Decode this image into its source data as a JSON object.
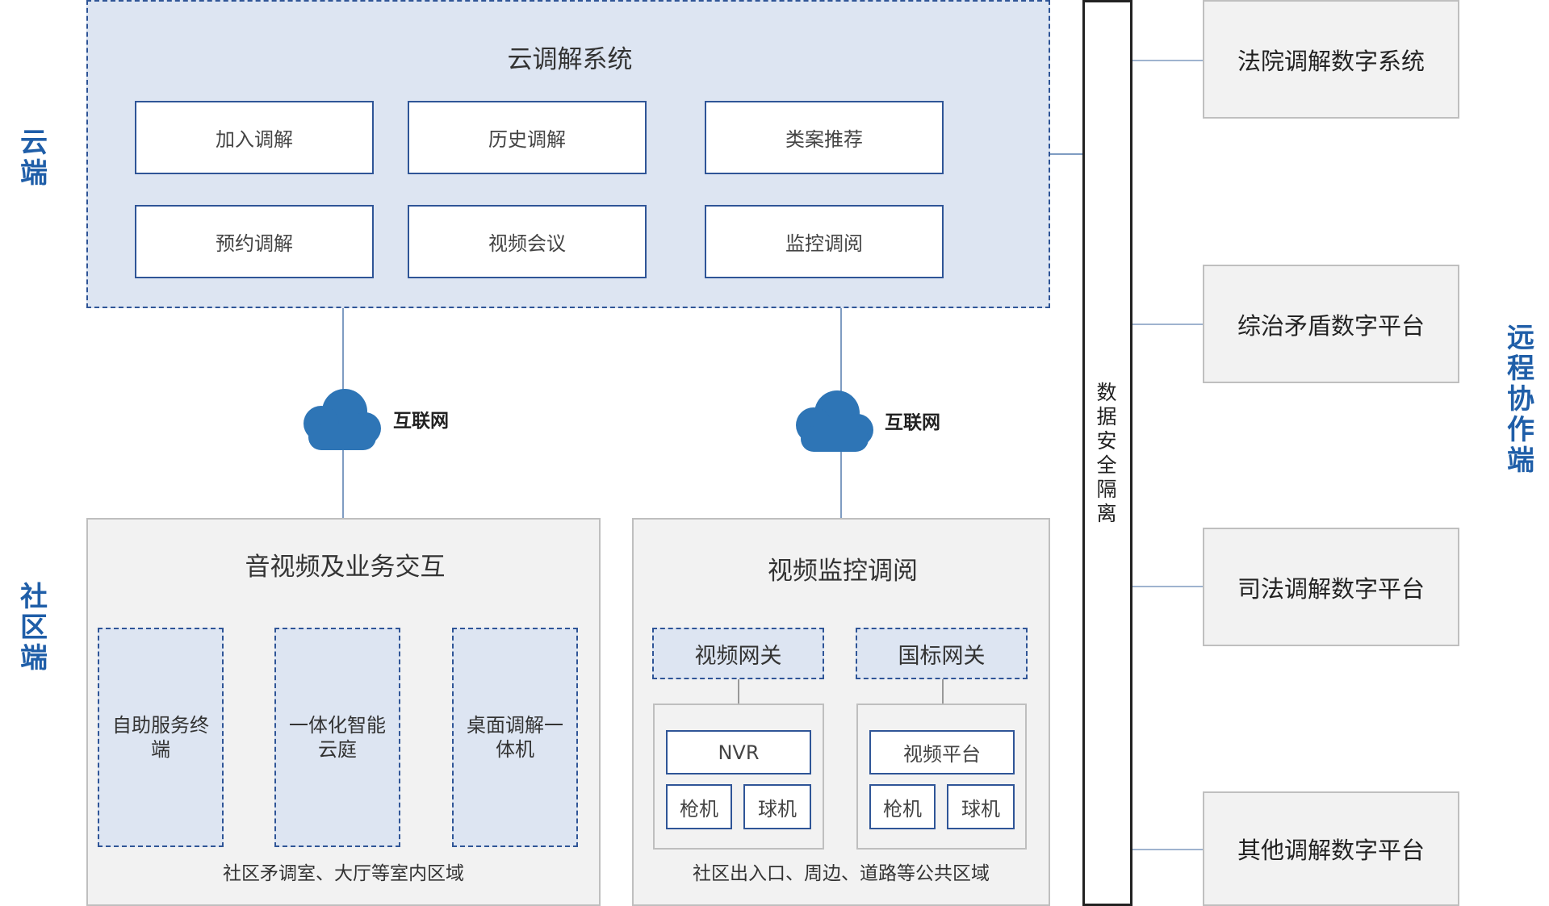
{
  "labels": {
    "cloud_side": "云端",
    "community_side": "社区端",
    "remote_side": "远程协作端"
  },
  "cloud_system": {
    "title": "云调解系统",
    "functions": [
      "加入调解",
      "历史调解",
      "类案推荐",
      "预约调解",
      "视频会议",
      "监控调阅"
    ]
  },
  "network": {
    "left": "互联网",
    "right": "互联网"
  },
  "av_panel": {
    "title": "音视频及业务交互",
    "terminals": [
      "自助服务终端",
      "一体化智能云庭",
      "桌面调解一体机"
    ],
    "caption": "社区矛调室、大厅等室内区域"
  },
  "video_panel": {
    "title": "视频监控调阅",
    "gateways": [
      "视频网关",
      "国标网关"
    ],
    "left_group": {
      "main": "NVR",
      "devices": [
        "枪机",
        "球机"
      ]
    },
    "right_group": {
      "main": "视频平台",
      "devices": [
        "枪机",
        "球机"
      ]
    },
    "caption": "社区出入口、周边、道路等公共区域"
  },
  "isolation": "数据安全隔离",
  "remote_platforms": [
    "法院调解数字系统",
    "综治矛盾数字平台",
    "司法调解数字平台",
    "其他调解数字平台"
  ],
  "colors": {
    "accent": "#2f5597",
    "label_blue": "#1f5ea8",
    "cloud_icon": "#2e75b6",
    "panel_fill": "#dde5f2",
    "gray_fill": "#f2f2f2"
  }
}
